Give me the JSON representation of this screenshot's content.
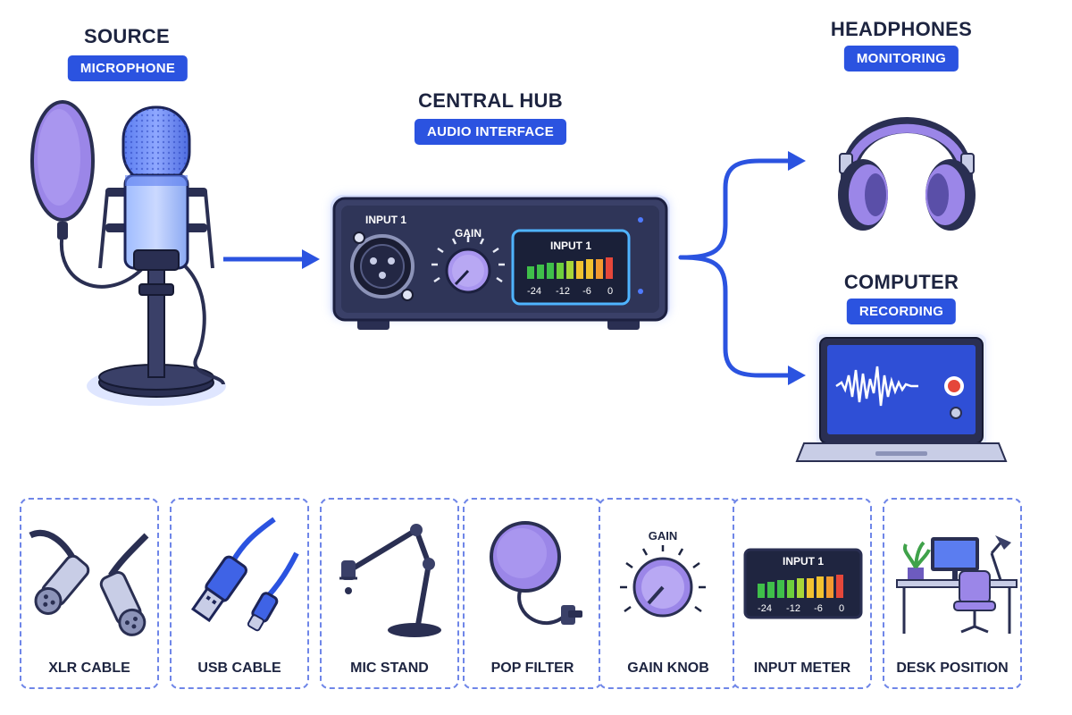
{
  "nodes": {
    "source": {
      "title": "SOURCE",
      "subtitle": "MICROPHONE"
    },
    "hub": {
      "title": "CENTRAL HUB",
      "subtitle": "AUDIO INTERFACE"
    },
    "headphones": {
      "title": "HEADPHONES",
      "subtitle": "MONITORING"
    },
    "computer": {
      "title": "COMPUTER",
      "subtitle": "RECORDING"
    }
  },
  "interface": {
    "input_label": "INPUT 1",
    "gain_label": "GAIN",
    "meter_label": "INPUT 1",
    "meter_ticks": [
      "-24",
      "-12",
      "-6",
      "0"
    ]
  },
  "tools": [
    {
      "label": "XLR CABLE",
      "icon": "xlr-cable-icon"
    },
    {
      "label": "USB CABLE",
      "icon": "usb-cable-icon"
    },
    {
      "label": "MIC STAND",
      "icon": "mic-stand-icon"
    },
    {
      "label": "POP FILTER",
      "icon": "pop-filter-icon"
    },
    {
      "label": "GAIN KNOB",
      "icon": "gain-knob-icon",
      "caption": "GAIN"
    },
    {
      "label": "INPUT METER",
      "icon": "input-meter-icon",
      "caption": "INPUT 1",
      "ticks": [
        "-24",
        "-12",
        "-6",
        "0"
      ]
    },
    {
      "label": "DESK POSITION",
      "icon": "desk-position-icon"
    }
  ],
  "colors": {
    "accent": "#2b53e0",
    "purple": "#9b86e8",
    "dark": "#2a2f52",
    "meter_green": "#3fbf4a",
    "meter_yellow": "#f2c230",
    "meter_red": "#e5473a",
    "record_red": "#e5473a"
  }
}
